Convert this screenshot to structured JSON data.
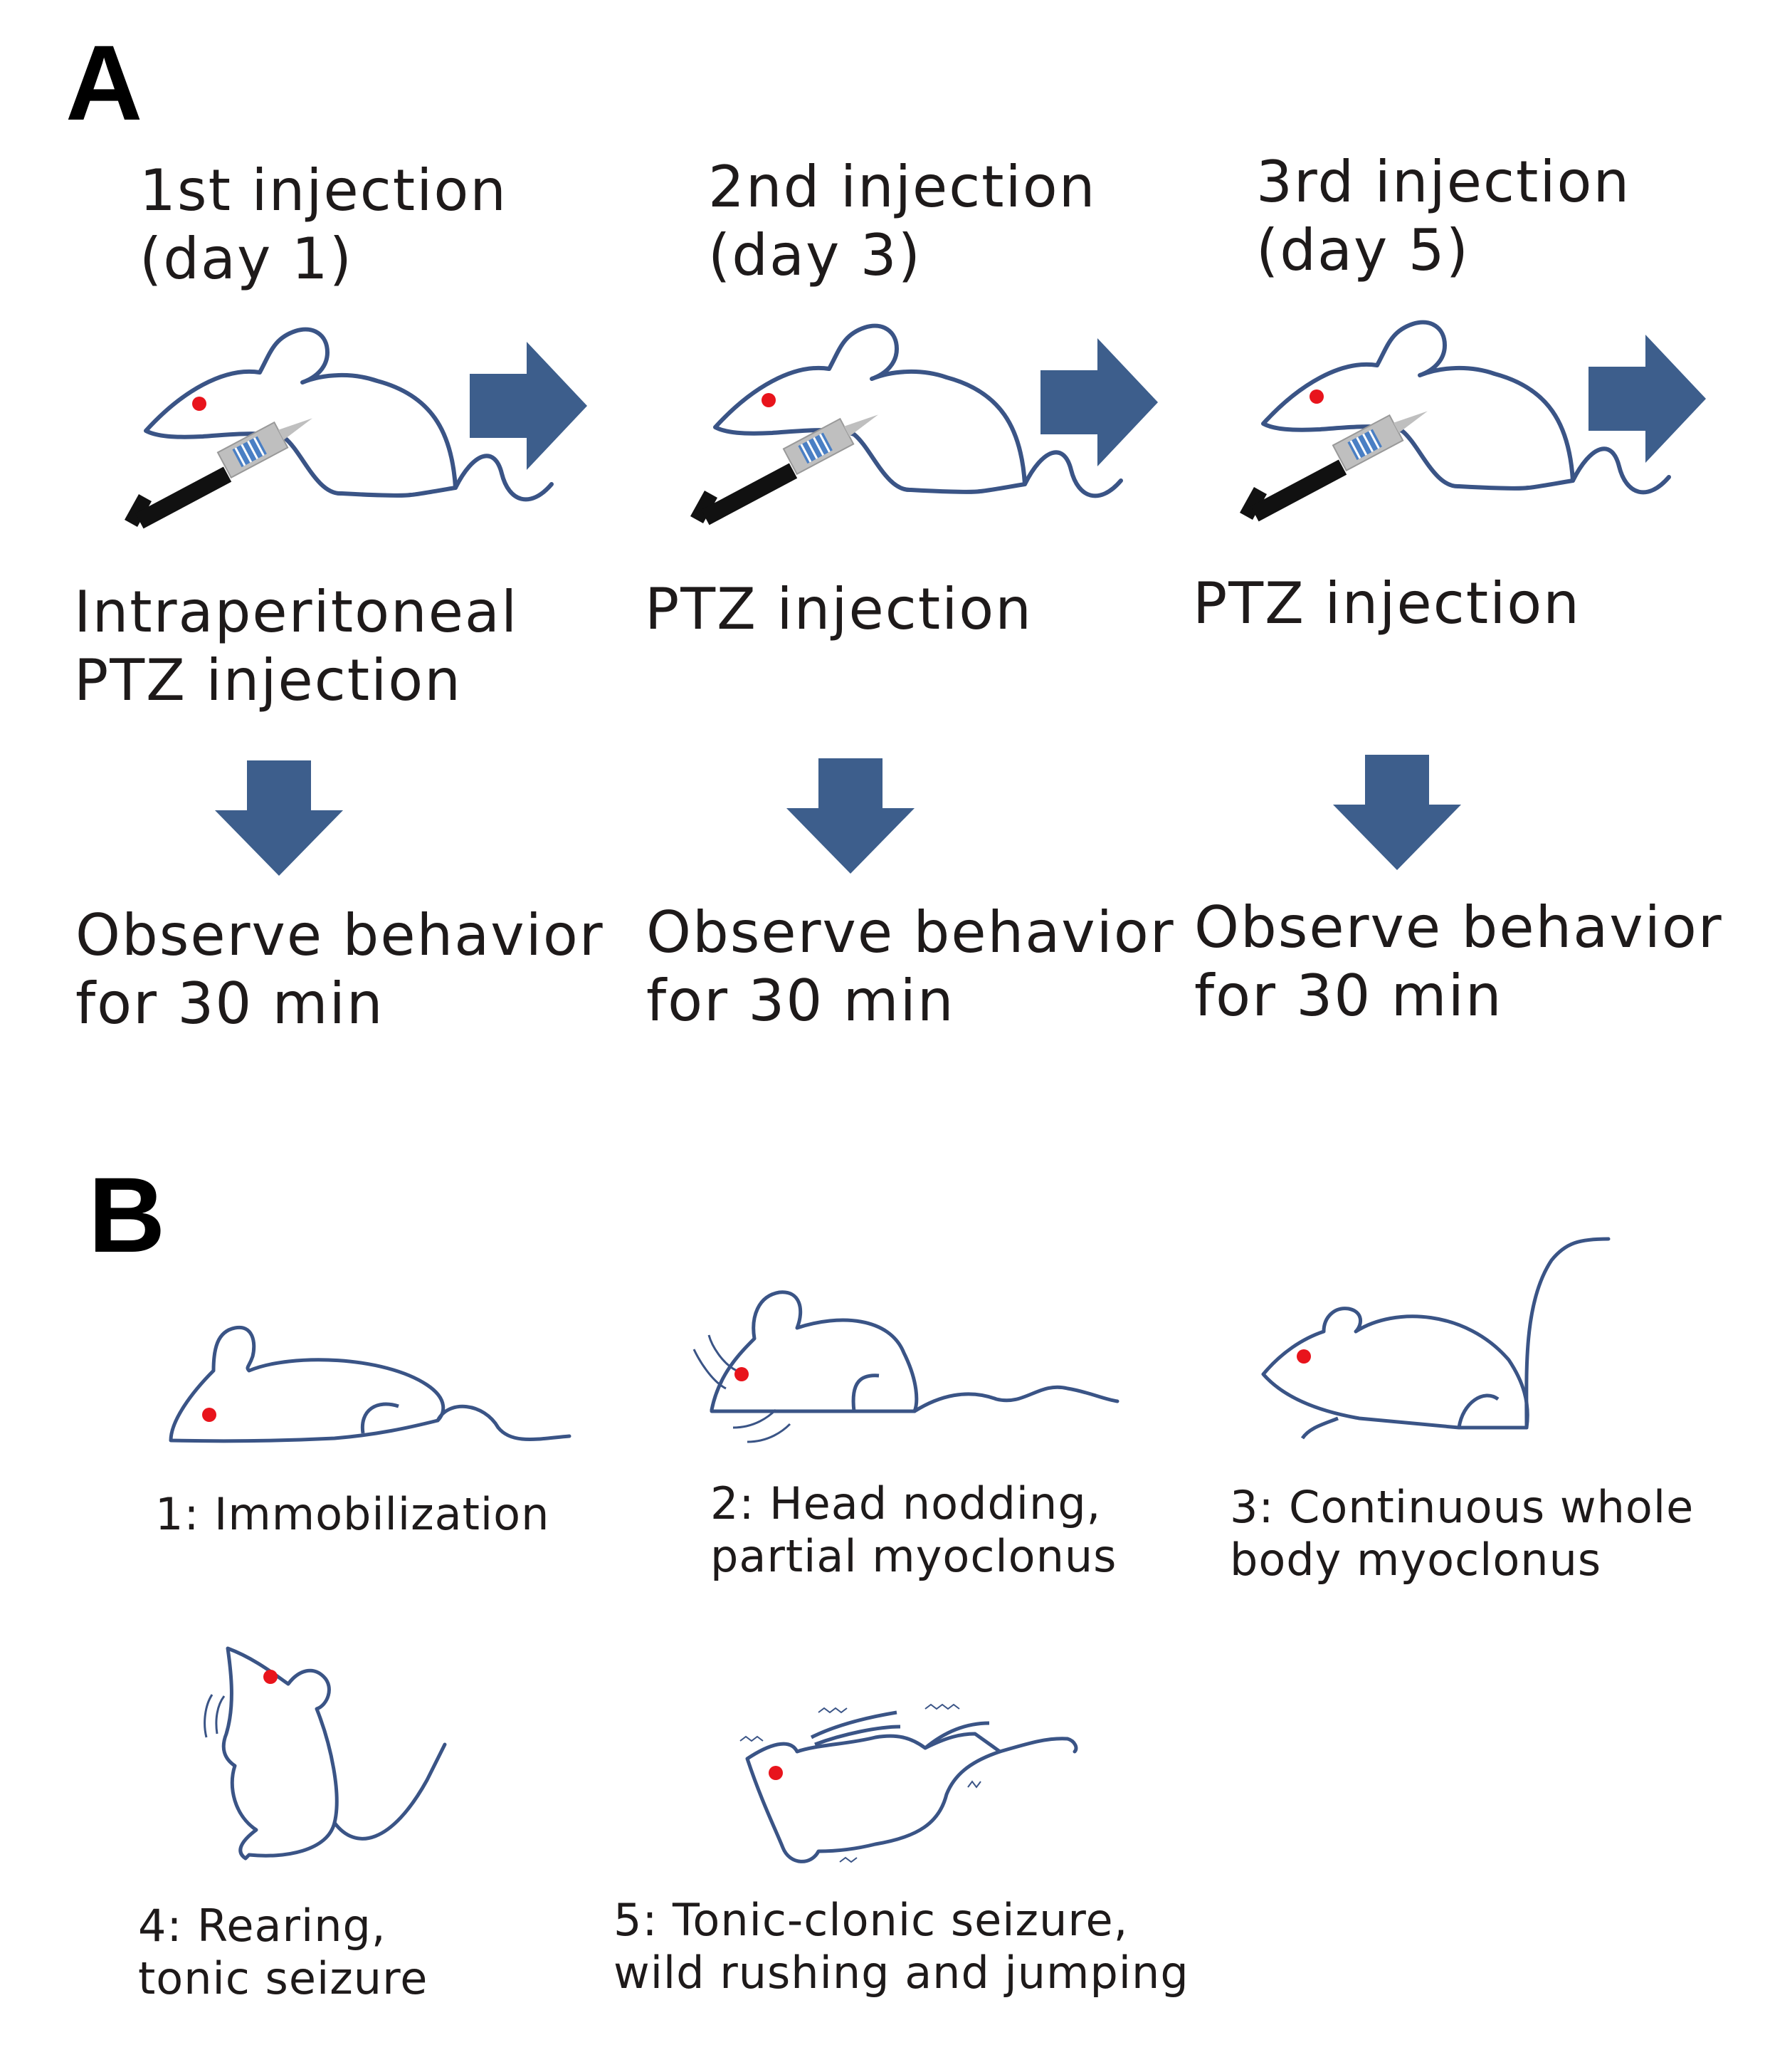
{
  "colors": {
    "mouse_line": "#3a5486",
    "arrow": "#3d5e8c",
    "eye": "#e8141c",
    "syringe_body": "#111111",
    "syringe_barrel": "#bfbfbf",
    "syringe_scale": "#4a7fc4"
  },
  "panel_a": {
    "label": "A",
    "steps": [
      {
        "title_line1": "1st injection",
        "title_line2": "(day 1)",
        "action_line1": "Intraperitoneal",
        "action_line2": "PTZ injection",
        "observe_line1": "Observe behavior",
        "observe_line2": "for 30 min"
      },
      {
        "title_line1": "2nd injection",
        "title_line2": "(day 3)",
        "action_line1": "PTZ injection",
        "action_line2": "",
        "observe_line1": "Observe behavior",
        "observe_line2": "for 30 min"
      },
      {
        "title_line1": "3rd injection",
        "title_line2": "(day 5)",
        "action_line1": "PTZ injection",
        "action_line2": "",
        "observe_line1": "Observe behavior",
        "observe_line2": "for 30 min"
      }
    ]
  },
  "panel_b": {
    "label": "B",
    "stages": [
      {
        "line1": "1: Immobilization",
        "line2": ""
      },
      {
        "line1": "2: Head nodding,",
        "line2": "partial myoclonus"
      },
      {
        "line1": "3: Continuous whole",
        "line2": "body myoclonus"
      },
      {
        "line1": "4: Rearing,",
        "line2": "tonic seizure"
      },
      {
        "line1": "5: Tonic-clonic seizure,",
        "line2": "wild rushing and jumping"
      }
    ]
  }
}
